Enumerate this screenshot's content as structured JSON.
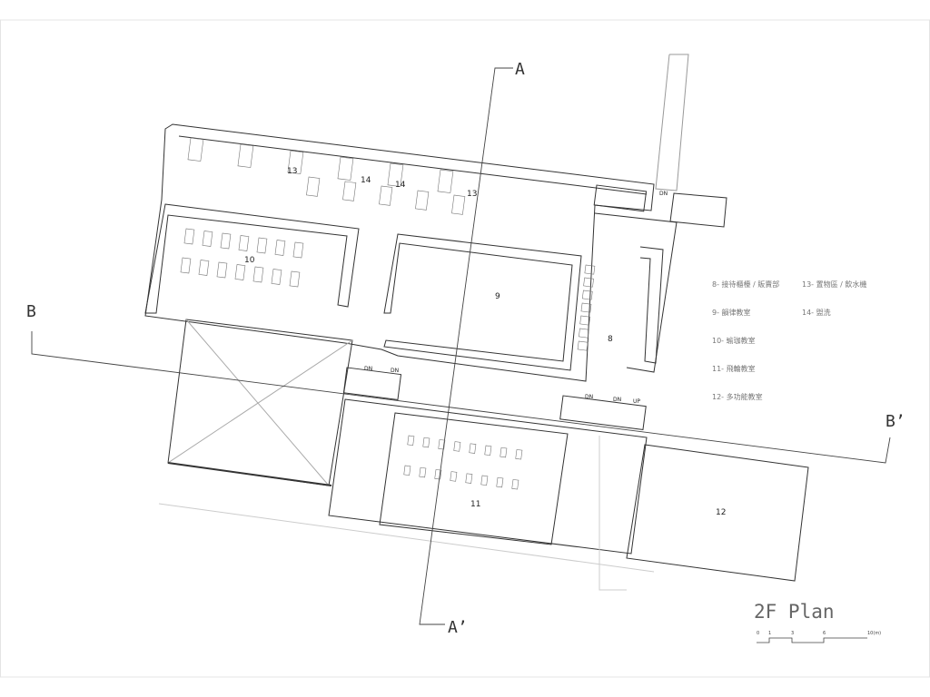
{
  "plan_title": "2F Plan",
  "section_markers": {
    "a_top": "A",
    "a_bottom": "A’",
    "b_left": "B",
    "b_right": "B’"
  },
  "room_labels": [
    "10",
    "9",
    "8",
    "11",
    "12",
    "13",
    "14",
    "14",
    "13"
  ],
  "stair_labels": [
    "DN",
    "DN",
    "DN",
    "DN",
    "UP",
    "DN"
  ],
  "legend": [
    "8- 接待櫃檯 / 販賣部",
    "9- 韻律教室",
    "10- 瑜珈教室",
    "11- 飛輪教室",
    "12- 多功能教室",
    "13- 置物區 / 飲水機",
    "14- 盥洗"
  ],
  "scale_bar": {
    "ticks": [
      "0",
      "1",
      "3",
      "6",
      "10(m)"
    ]
  },
  "colors": {
    "line": "#333333",
    "light_line": "#bbbbbb",
    "text": "#222222"
  }
}
